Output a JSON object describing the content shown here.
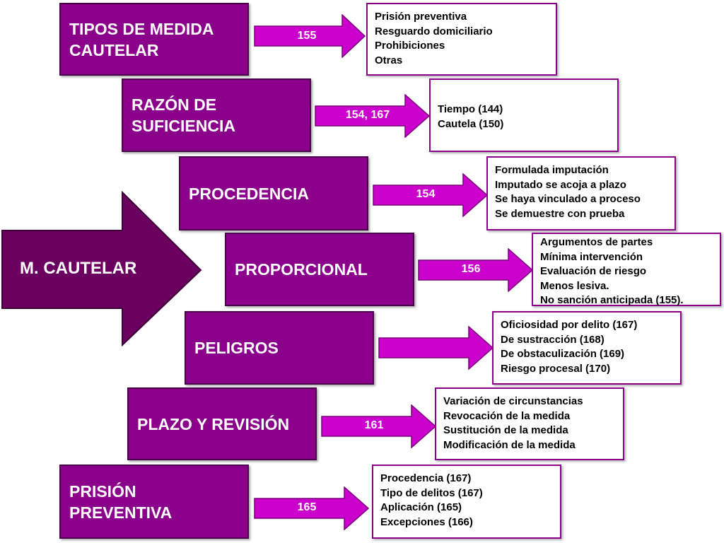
{
  "main": {
    "label": "M. CAUTELAR"
  },
  "rows": [
    {
      "title": "TIPOS DE MEDIDA\nCAUTELAR",
      "ref": "155",
      "items": [
        "Prisión preventiva",
        "Resguardo domiciliario",
        "Prohibiciones",
        "Otras"
      ]
    },
    {
      "title": "RAZÓN DE\nSUFICIENCIA",
      "ref": "154, 167",
      "items": [
        "Tiempo (144)",
        "Cautela (150)"
      ]
    },
    {
      "title": "PROCEDENCIA",
      "ref": "154",
      "items": [
        "Formulada imputación",
        "Imputado se acoja a plazo",
        "Se haya vinculado a proceso",
        "Se demuestre con prueba"
      ]
    },
    {
      "title": "PROPORCIONAL",
      "ref": "156",
      "items": [
        "Argumentos de partes",
        "Mínima intervención",
        "Evaluación de riesgo",
        "Menos lesiva.",
        "No sanción anticipada  (155)."
      ]
    },
    {
      "title": "PELIGROS",
      "ref": "",
      "items": [
        "Oficiosidad por delito (167)",
        "De sustracción (168)",
        "De obstaculización (169)",
        "Riesgo procesal (170)"
      ]
    },
    {
      "title": "PLAZO Y REVISIÓN",
      "ref": "161",
      "items": [
        "Variación de circunstancias",
        "Revocación de la medida",
        "Sustitución de la medida",
        "Modificación de la medida"
      ]
    },
    {
      "title": "PRISIÓN\nPREVENTIVA",
      "ref": "165",
      "items": [
        "Procedencia (167)",
        "Tipo de delitos (167)",
        "Aplicación (165)",
        "Excepciones (166)"
      ]
    }
  ],
  "colors": {
    "box": "#8b008b",
    "arrow": "#cc00cc",
    "main_arrow": "#6b0060",
    "border": "#4a004a"
  }
}
